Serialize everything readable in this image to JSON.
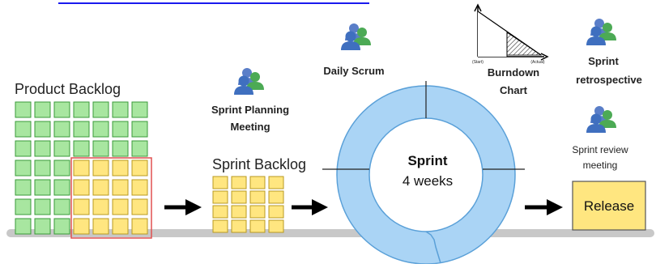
{
  "product_backlog": {
    "label": "Product Backlog",
    "rows": 7,
    "cols": 7,
    "selected_rows": 4,
    "selected_cols": 4
  },
  "sprint_planning": {
    "line1": "Sprint Planning",
    "line2": "Meeting",
    "icon": "people-group-icon"
  },
  "sprint_backlog": {
    "label": "Sprint Backlog",
    "rows": 4,
    "cols": 4
  },
  "daily_scrum": {
    "label": "Daily Scrum",
    "icon": "people-group-icon"
  },
  "sprint": {
    "line1": "Sprint",
    "line2": "4 weeks"
  },
  "burndown": {
    "line1": "Burndown",
    "line2": "Chart",
    "start_label": "(Start)",
    "end_label": "(Actual)"
  },
  "retrospective": {
    "line1": "Sprint",
    "line2": "retrospective",
    "icon": "people-group-icon"
  },
  "review": {
    "line1": "Sprint review",
    "line2": "meeting",
    "icon": "people-group-icon"
  },
  "release": {
    "label": "Release"
  },
  "colors": {
    "green_cell": "#a8e6a0",
    "green_border": "#3a9a3a",
    "yellow_cell": "#ffe680",
    "yellow_border": "#b89a20",
    "ring": "#aad4f5",
    "ring_border": "#5aa0d8",
    "selection": "#e05050",
    "baseline": "#c8c8c8",
    "link": "#1a1aee",
    "release_fill": "#ffe680"
  }
}
